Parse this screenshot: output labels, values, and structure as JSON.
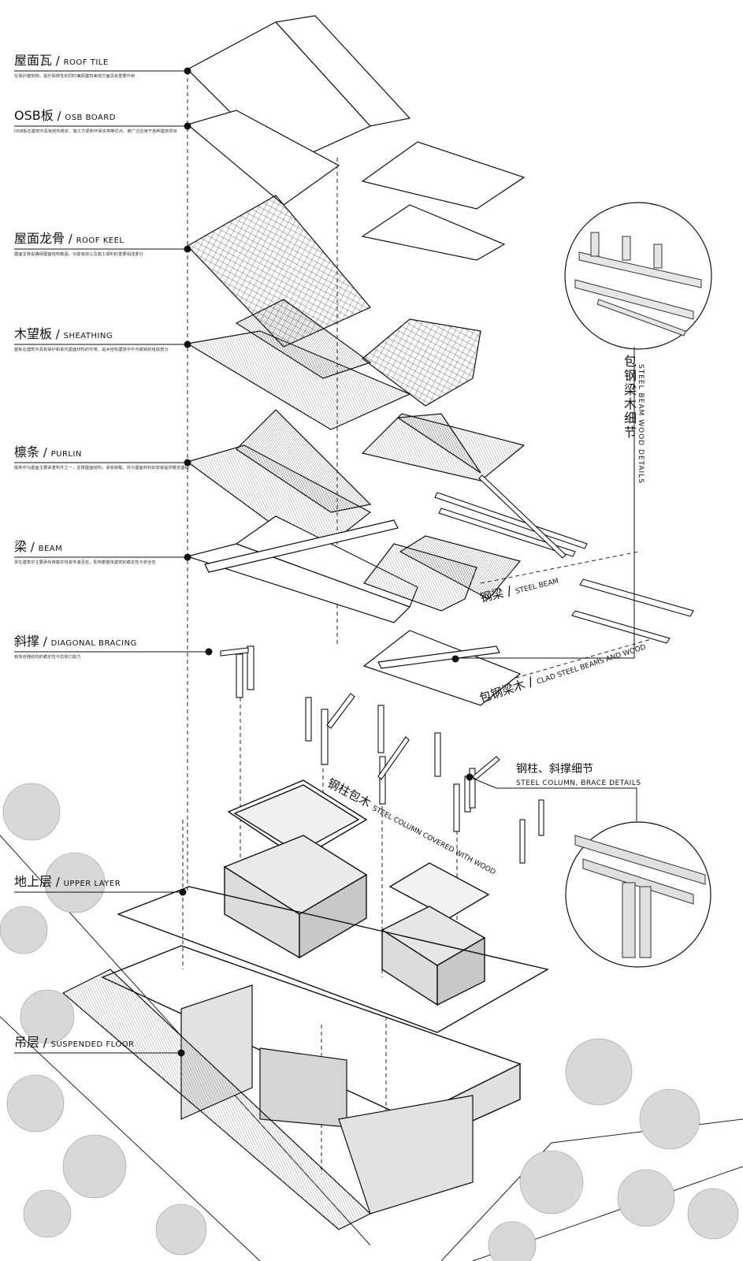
{
  "layers": [
    {
      "id": "roof-tile",
      "zh": "屋面瓦",
      "en": "ROOF TILE",
      "desc": "在保护建筑物、提升耐候性的同时兼顾建筑美观方面具有重要作用"
    },
    {
      "id": "osb-board",
      "zh": "OSB板",
      "en": "OSB BOARD",
      "desc": "OSB板在建筑中具有结构稳定、施工方便和环保实用等优点，被广泛应用于各种建筑项目"
    },
    {
      "id": "roof-keel",
      "zh": "屋面龙骨",
      "en": "ROOF KEEL",
      "desc": "屋面龙骨是确保屋面结构稳固、功能有效以及施工顺利的重要组成部分"
    },
    {
      "id": "sheathing",
      "zh": "木望板",
      "en": "SHEATHING",
      "desc": "望板在建筑中具有保护和承托屋面材料的作用，是木结构建筑中不可或缺的组成部分"
    },
    {
      "id": "purlin",
      "zh": "檩条",
      "en": "PURLIN",
      "desc": "檩条作为屋面主要承重构件之一，支撑屋面结构，承受荷载，并为屋面材料的安装提供稳定基础"
    },
    {
      "id": "beam",
      "zh": "梁",
      "en": "BEAM",
      "desc": "梁在建筑中主要承受荷载并将其传递至柱，影响着整体建筑的稳定性与安全性"
    },
    {
      "id": "diagonal-bracing",
      "zh": "斜撑",
      "en": "DIAGONAL BRACING",
      "desc": "有效增强结构的稳定性与抗侧力能力"
    },
    {
      "id": "upper-layer",
      "zh": "地上层",
      "en": "UPPER LAYER",
      "desc": ""
    },
    {
      "id": "suspended-floor",
      "zh": "吊层",
      "en": "SUSPENDED FLOOR",
      "desc": ""
    }
  ],
  "callouts": {
    "steel_beam": {
      "zh": "钢梁",
      "en": "STEEL BEAM"
    },
    "clad": {
      "zh": "包钢梁木",
      "en": "CLAD STEEL BEAMS AND WOOD"
    },
    "column_brace": {
      "zh": "钢柱、斜撑细节",
      "en": "STEEL COLUMN, BRACE DETAILS"
    },
    "steel_column_wood": {
      "zh": "钢柱包木",
      "en": "STEEL COLUMN COVERED WITH WOOD"
    },
    "beam_wood_details": {
      "zh": "包钢梁木细节",
      "en": "STEEL BEAM WOOD DETAILS"
    }
  },
  "colors": {
    "line": "#111111",
    "wall": "#e6e6e6",
    "shade": "#cfcfcf",
    "hatch": "#555555"
  }
}
